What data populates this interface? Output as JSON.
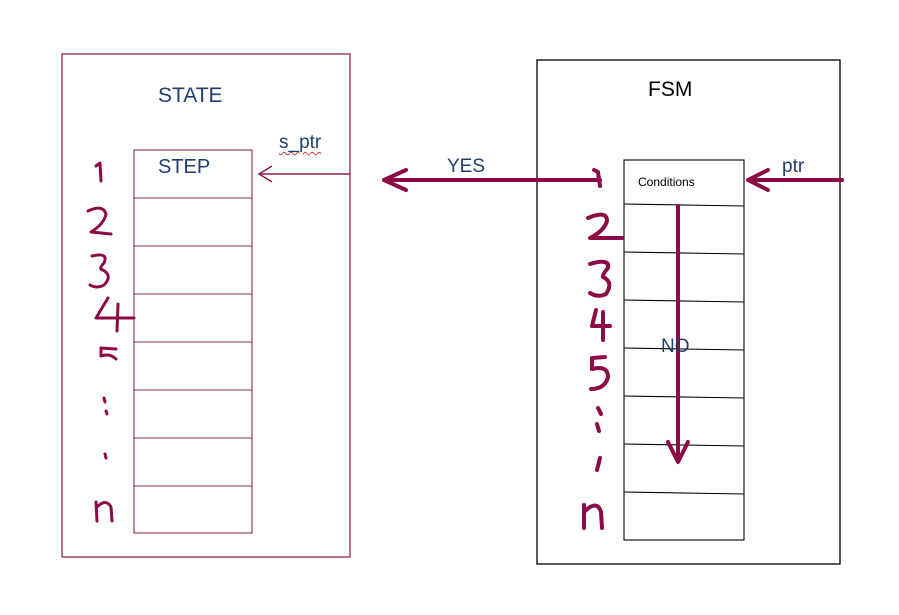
{
  "colors": {
    "accent": "#8b0a47",
    "label_blue": "#1f3d6e",
    "line": "#7a1040",
    "black": "#000000"
  },
  "state_panel": {
    "title": "STATE",
    "first_cell": "STEP",
    "pointer_label": "s_ptr",
    "handwritten_numbers": [
      "1",
      "2",
      "3",
      "4",
      "5",
      ":",
      ".",
      "n"
    ]
  },
  "fsm_panel": {
    "title": "FSM",
    "first_cell": "Conditions",
    "pointer_label": "ptr",
    "handwritten_numbers": [
      "2",
      "3",
      "4",
      "5",
      ":",
      "n"
    ]
  },
  "arrows": {
    "yes_label": "YES",
    "no_label": "NO"
  }
}
